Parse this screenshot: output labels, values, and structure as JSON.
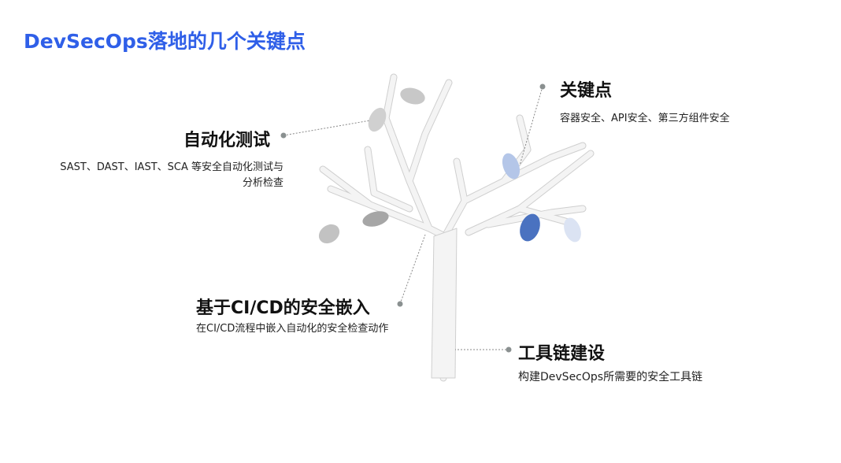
{
  "title": "DevSecOps落地的几个关键点",
  "points": [
    {
      "heading": "自动化测试",
      "desc": "SAST、DAST、IAST、SCA 等安全自动化测试与分析检查"
    },
    {
      "heading": "关键点",
      "desc": "容器安全、API安全、第三方组件安全"
    },
    {
      "heading": "基于CI/CD的安全嵌入",
      "desc": "在CI/CD流程中嵌入自动化的安全检查动作"
    },
    {
      "heading": "工具链建设",
      "desc": "构建DevSecOps所需要的安全工具链"
    }
  ],
  "colors": {
    "title": "#2f5fe8",
    "leaf_blue": "#4a72c0",
    "leaf_light_blue": "#b4c6e8",
    "leaf_gray": "#c4c4c4"
  }
}
